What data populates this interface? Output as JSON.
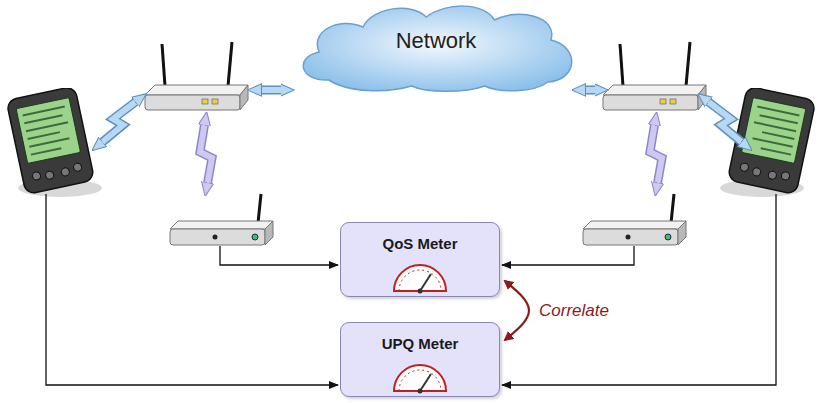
{
  "diagram": {
    "nodes": [
      {
        "text": [
          "Network"
        ]
      },
      {
        "text": [
          "QoS Meter"
        ]
      },
      {
        "text": [
          "UPQ Meter"
        ]
      }
    ],
    "edges": [
      {
        "from": 1,
        "to": 2,
        "arrow": "both",
        "label": "Correlate"
      }
    ]
  }
}
